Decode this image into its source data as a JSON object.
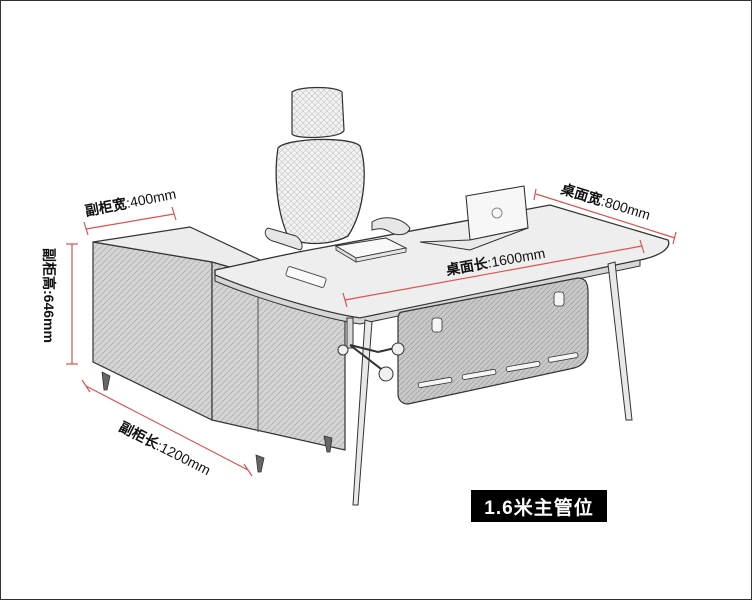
{
  "dimensions": {
    "side_cabinet_width": {
      "name": "副柜宽",
      "value": "400mm"
    },
    "desk_depth": {
      "name": "桌面宽",
      "value": "800mm"
    },
    "desk_length": {
      "name": "桌面长",
      "value": "1600mm"
    },
    "side_cabinet_height": {
      "name": "副柜高",
      "value": "646mm"
    },
    "side_cabinet_length": {
      "name": "副柜长",
      "value": "1200mm"
    }
  },
  "badge": {
    "label": "1.6米主管位"
  },
  "colors": {
    "dimension_line": "#d9534f",
    "line_art": "#333333",
    "badge_bg": "#000000",
    "badge_text": "#ffffff"
  }
}
